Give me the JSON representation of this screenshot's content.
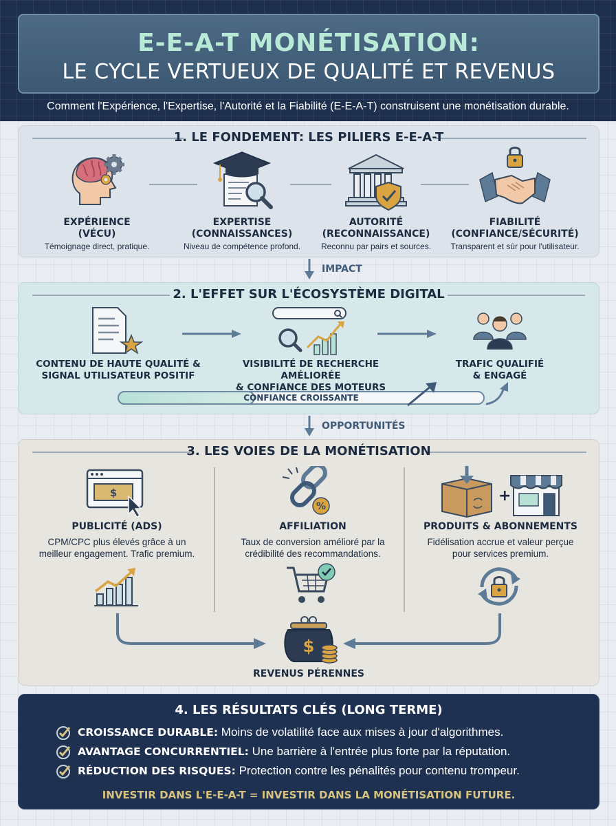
{
  "header": {
    "title_line1": "E-E-A-T MONÉTISATION:",
    "title_line2": "LE CYCLE VERTUEUX DE QUALITÉ ET REVENUS",
    "subtitle": "Comment l'Expérience, l'Expertise, l'Autorité et la Fiabilité (E-E-A-T) construisent une monétisation durable."
  },
  "section1": {
    "heading": "1. LE FONDEMENT: LES PILIERS E-E-A-T",
    "pillars": [
      {
        "title1": "EXPÉRIENCE",
        "title2": "(VÉCU)",
        "desc": "Témoignage direct, pratique.",
        "icon": "head-gears-icon"
      },
      {
        "title1": "EXPERTISE",
        "title2": "(CONNAISSANCES)",
        "desc": "Niveau de compétence profond.",
        "icon": "graduation-magnifier-icon"
      },
      {
        "title1": "AUTORITÉ",
        "title2": "(RECONNAISSANCE)",
        "desc": "Reconnu par pairs et sources.",
        "icon": "institution-shield-icon"
      },
      {
        "title1": "FIABILITÉ",
        "title2": "(CONFIANCE/SÉCURITÉ)",
        "desc": "Transparent et sûr pour l'utilisateur.",
        "icon": "handshake-lock-icon"
      }
    ]
  },
  "connector1": "IMPACT",
  "section2": {
    "heading": "2. L'EFFET SUR L'ÉCOSYSTÈME DIGITAL",
    "steps": [
      {
        "line1": "CONTENU DE HAUTE QUALITÉ &",
        "line2": "SIGNAL UTILISATEUR POSITIF",
        "icon": "document-star-icon"
      },
      {
        "line1": "VISIBILITÉ DE RECHERCHE AMÉLIORÉE",
        "line2": "& CONFIANCE DES MOTEURS",
        "icon": "search-growth-icon"
      },
      {
        "line1": "TRAFIC QUALIFIÉ",
        "line2": "& ENGAGÉ",
        "icon": "audience-icon"
      }
    ],
    "trust_bar": "CONFIANCE CROISSANTE"
  },
  "connector2": "OPPORTUNITÉS",
  "section3": {
    "heading": "3. LES VOIES DE LA MONÉTISATION",
    "channels": [
      {
        "title": "PUBLICITÉ (ADS)",
        "desc1": "CPM/CPC plus élevés grâce à un",
        "desc2": "meilleur engagement. Trafic premium.",
        "icon": "ad-window-icon"
      },
      {
        "title": "AFFILIATION",
        "desc1": "Taux de conversion amélioré par la",
        "desc2": "crédibilité des recommandations.",
        "icon": "link-percent-icon"
      },
      {
        "title": "PRODUITS & ABONNEMENTS",
        "desc1": "Fidélisation accrue et valeur perçue",
        "desc2": "pour services premium.",
        "icon": "box-store-icon"
      }
    ],
    "revenue_label": "REVENUS PÉRENNES"
  },
  "section4": {
    "heading": "4. LES RÉSULTATS CLÉS (LONG TERME)",
    "results": [
      {
        "label": "CROISSANCE DURABLE:",
        "text": " Moins de volatilité face aux mises à jour d'algorithmes."
      },
      {
        "label": "AVANTAGE CONCURRENTIEL:",
        "text": " Une barrière à l'entrée plus forte par la réputation."
      },
      {
        "label": "RÉDUCTION DES RISQUES:",
        "text": " Protection contre les pénalités pour contenu trompeur."
      }
    ],
    "footer": "INVESTIR DANS L'E-E-A-T = INVESTIR DANS LA MONÉTISATION FUTURE."
  },
  "colors": {
    "navy": "#1d2f4d",
    "accent_mint": "#b9ead8",
    "gold": "#d8c37e",
    "steel": "#5d7a96"
  }
}
